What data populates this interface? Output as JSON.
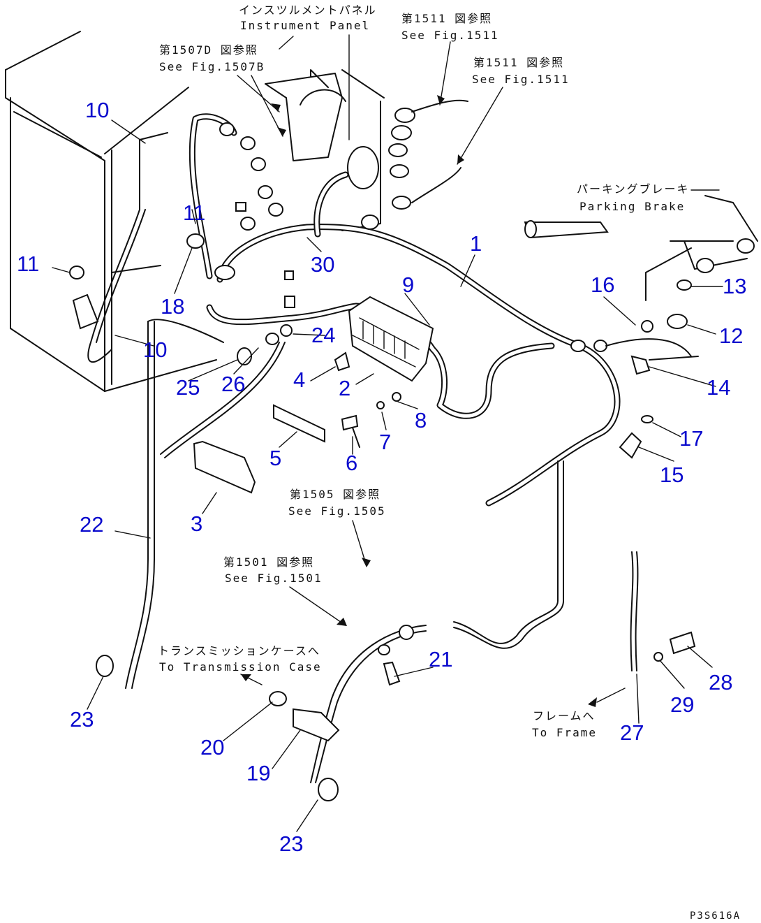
{
  "references": {
    "instrument_panel_jp": "インスツルメントパネル",
    "instrument_panel_en": "Instrument Panel",
    "fig1507d_jp": "第1507D 図参照",
    "fig1507b_en": "See Fig.1507B",
    "fig1511a_jp": "第1511 図参照",
    "fig1511a_en": "See Fig.1511",
    "fig1511b_jp": "第1511 図参照",
    "fig1511b_en": "See Fig.1511",
    "parking_brake_jp": "パーキングブレーキ",
    "parking_brake_en": "Parking Brake",
    "fig1505_jp": "第1505 図参照",
    "fig1505_en": "See Fig.1505",
    "fig1501_jp": "第1501 図参照",
    "fig1501_en": "See Fig.1501",
    "trans_case_jp": "トランスミッションケースへ",
    "trans_case_en": "To Transmission Case",
    "frame_jp": "フレームへ",
    "frame_en": "To Frame"
  },
  "callouts": {
    "c1": "1",
    "c2": "2",
    "c3": "3",
    "c4": "4",
    "c5": "5",
    "c6": "6",
    "c7": "7",
    "c8": "8",
    "c9": "9",
    "c10a": "10",
    "c10b": "10",
    "c11a": "11",
    "c11b": "11",
    "c12": "12",
    "c13": "13",
    "c14": "14",
    "c15": "15",
    "c16": "16",
    "c17": "17",
    "c18": "18",
    "c19": "19",
    "c20": "20",
    "c21": "21",
    "c22": "22",
    "c23a": "23",
    "c23b": "23",
    "c24": "24",
    "c25": "25",
    "c26": "26",
    "c27": "27",
    "c28": "28",
    "c29": "29",
    "c30": "30"
  },
  "drawing_code": "P3S616A",
  "colors": {
    "callout": "#0a0acd",
    "line": "#111111",
    "background": "#ffffff"
  }
}
